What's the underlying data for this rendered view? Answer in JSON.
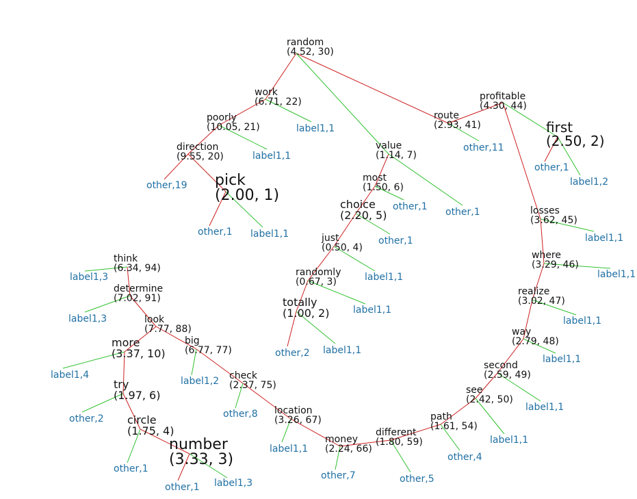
{
  "colors": {
    "tree_edge": "#cc1f1f",
    "leaf_edge": "#2fc12f",
    "node_text": "#111111",
    "leaf_text": "#1f6fa3"
  },
  "nodes": [
    {
      "id": "random",
      "word": "random",
      "stats": "(4.52, 30)"
    },
    {
      "id": "work",
      "word": "work",
      "stats": "(6.71, 22)"
    },
    {
      "id": "poorly",
      "word": "poorly",
      "stats": "(10.05, 21)"
    },
    {
      "id": "direction",
      "word": "direction",
      "stats": "(9.55, 20)"
    },
    {
      "id": "pick",
      "word": "pick",
      "stats": "(2.00, 1)"
    },
    {
      "id": "value",
      "word": "value",
      "stats": "(1.14, 7)"
    },
    {
      "id": "most",
      "word": "most",
      "stats": "(1.50, 6)"
    },
    {
      "id": "choice",
      "word": "choice",
      "stats": "(2.20, 5)"
    },
    {
      "id": "just",
      "word": "just",
      "stats": "(0.50, 4)"
    },
    {
      "id": "randomly",
      "word": "randomly",
      "stats": "(0.67, 3)"
    },
    {
      "id": "totally",
      "word": "totally",
      "stats": "(1.00, 2)"
    },
    {
      "id": "route",
      "word": "route",
      "stats": "(2.93, 41)"
    },
    {
      "id": "profitable",
      "word": "profitable",
      "stats": "(4.30, 44)"
    },
    {
      "id": "first",
      "word": "first",
      "stats": "(2.50, 2)"
    },
    {
      "id": "losses",
      "word": "losses",
      "stats": "(3.62, 45)"
    },
    {
      "id": "where",
      "word": "where",
      "stats": "(3.29, 46)"
    },
    {
      "id": "realize",
      "word": "realize",
      "stats": "(3.02, 47)"
    },
    {
      "id": "way",
      "word": "way",
      "stats": "(2.79, 48)"
    },
    {
      "id": "second",
      "word": "second",
      "stats": "(2.59, 49)"
    },
    {
      "id": "see",
      "word": "see",
      "stats": "(2.42, 50)"
    },
    {
      "id": "path",
      "word": "path",
      "stats": "(1.61, 54)"
    },
    {
      "id": "different",
      "word": "different",
      "stats": "(1.80, 59)"
    },
    {
      "id": "money",
      "word": "money",
      "stats": "(2.24, 66)"
    },
    {
      "id": "location",
      "word": "location",
      "stats": "(3.26, 67)"
    },
    {
      "id": "check",
      "word": "check",
      "stats": "(2.37, 75)"
    },
    {
      "id": "big",
      "word": "big",
      "stats": "(6.77, 77)"
    },
    {
      "id": "look",
      "word": "look",
      "stats": "(7.77, 88)"
    },
    {
      "id": "determine",
      "word": "determine",
      "stats": "(7.02, 91)"
    },
    {
      "id": "think",
      "word": "think",
      "stats": "(6.34, 94)"
    },
    {
      "id": "more",
      "word": "more",
      "stats": "(3.37, 10)"
    },
    {
      "id": "try",
      "word": "try",
      "stats": "(1.97, 6)"
    },
    {
      "id": "circle",
      "word": "circle",
      "stats": "(1.75, 4)"
    },
    {
      "id": "number",
      "word": "number",
      "stats": "(3.33, 3)"
    }
  ],
  "edges": [
    [
      "random",
      "work"
    ],
    [
      "random",
      "route"
    ],
    [
      "work",
      "poorly"
    ],
    [
      "poorly",
      "direction"
    ],
    [
      "direction",
      "pick"
    ],
    [
      "value",
      "most"
    ],
    [
      "most",
      "choice"
    ],
    [
      "choice",
      "just"
    ],
    [
      "just",
      "randomly"
    ],
    [
      "randomly",
      "totally"
    ],
    [
      "route",
      "profitable"
    ],
    [
      "profitable",
      "losses"
    ],
    [
      "losses",
      "where"
    ],
    [
      "where",
      "realize"
    ],
    [
      "realize",
      "way"
    ],
    [
      "way",
      "second"
    ],
    [
      "second",
      "see"
    ],
    [
      "see",
      "path"
    ],
    [
      "path",
      "different"
    ],
    [
      "different",
      "money"
    ],
    [
      "money",
      "location"
    ],
    [
      "location",
      "check"
    ],
    [
      "check",
      "big"
    ],
    [
      "big",
      "look"
    ],
    [
      "look",
      "determine"
    ],
    [
      "determine",
      "think"
    ],
    [
      "look",
      "more"
    ],
    [
      "more",
      "try"
    ],
    [
      "try",
      "circle"
    ],
    [
      "circle",
      "number"
    ]
  ],
  "leaves": [
    {
      "label": "label1,1",
      "parent": "work"
    },
    {
      "label": "label1,1",
      "parent": "poorly"
    },
    {
      "label": "other,19",
      "parent": "direction"
    },
    {
      "label": "other,1",
      "parent": "pick"
    },
    {
      "label": "label1,1",
      "parent": "pick"
    },
    {
      "label": "other,1",
      "parent": "value"
    },
    {
      "label": "other,1",
      "parent": "most"
    },
    {
      "label": "other,1",
      "parent": "choice"
    },
    {
      "label": "label1,1",
      "parent": "just"
    },
    {
      "label": "label1,1",
      "parent": "randomly"
    },
    {
      "label": "other,2",
      "parent": "totally"
    },
    {
      "label": "label1,1",
      "parent": "totally"
    },
    {
      "label": "other,11",
      "parent": "route"
    },
    {
      "label": "other,1",
      "parent": "first"
    },
    {
      "label": "label1,2",
      "parent": "first"
    },
    {
      "label": "label1,1",
      "parent": "losses"
    },
    {
      "label": "label1,1",
      "parent": "where"
    },
    {
      "label": "label1,1",
      "parent": "realize"
    },
    {
      "label": "label1,1",
      "parent": "way"
    },
    {
      "label": "label1,1",
      "parent": "second"
    },
    {
      "label": "label1,1",
      "parent": "see"
    },
    {
      "label": "other,4",
      "parent": "path"
    },
    {
      "label": "other,5",
      "parent": "different"
    },
    {
      "label": "other,7",
      "parent": "money"
    },
    {
      "label": "label1,1",
      "parent": "location"
    },
    {
      "label": "other,8",
      "parent": "check"
    },
    {
      "label": "label1,2",
      "parent": "big"
    },
    {
      "label": "label1,3",
      "parent": "think"
    },
    {
      "label": "label1,3",
      "parent": "determine"
    },
    {
      "label": "label1,4",
      "parent": "more"
    },
    {
      "label": "other,2",
      "parent": "try"
    },
    {
      "label": "other,1",
      "parent": "circle"
    },
    {
      "label": "other,1",
      "parent": "number"
    },
    {
      "label": "label1,3",
      "parent": "number"
    }
  ]
}
